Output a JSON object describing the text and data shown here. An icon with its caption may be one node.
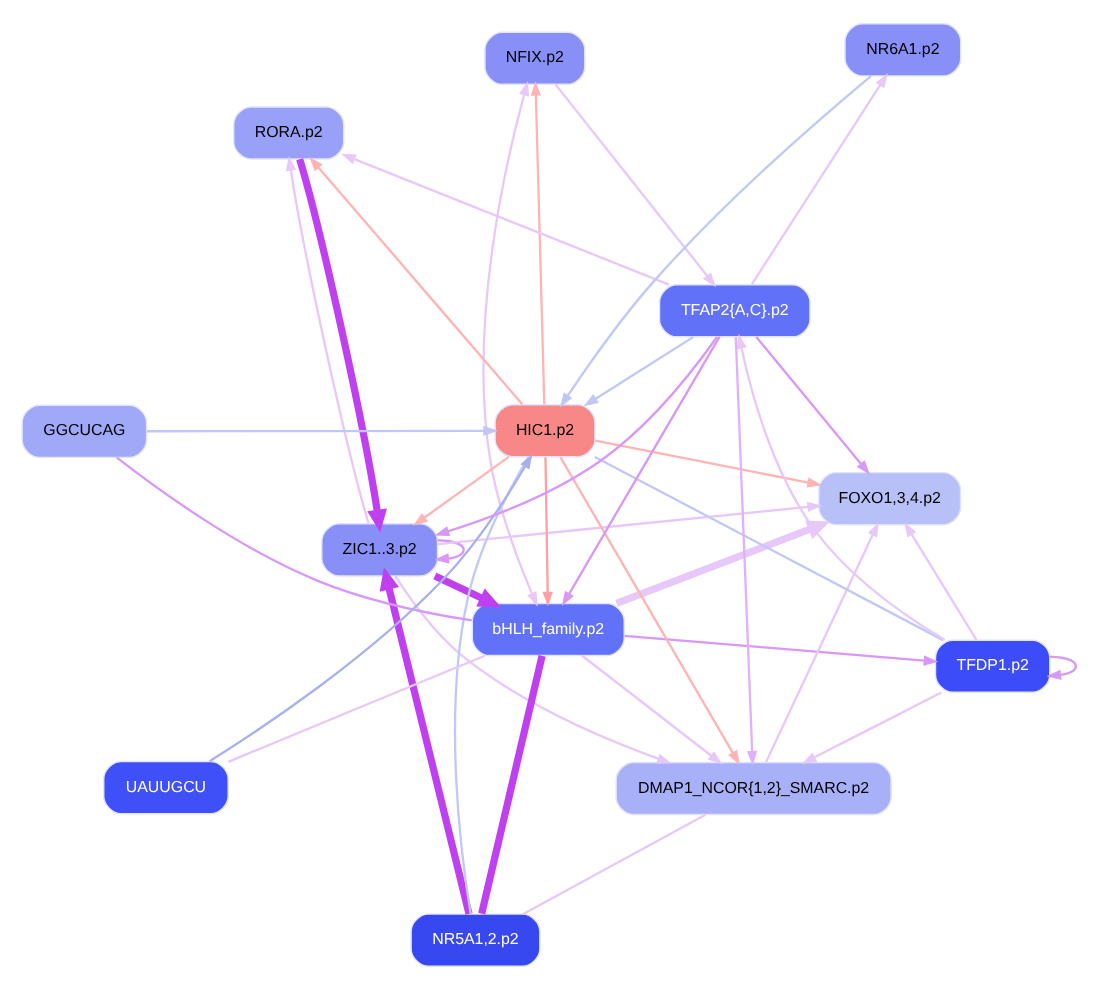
{
  "diagram": {
    "nodes": [
      {
        "text": [
          "bHLH_family.p2"
        ]
      },
      {
        "text": [
          "NFIX.p2"
        ]
      },
      {
        "text": [
          "DMAP1_NCOR{1,2}_SMARC.p2"
        ]
      },
      {
        "text": [
          "ZIC1..3.p2"
        ]
      },
      {
        "text": [
          "RORA.p2"
        ]
      },
      {
        "text": [
          "FOXO1,3,4.p2"
        ]
      },
      {
        "text": [
          "HIC1.p2"
        ]
      },
      {
        "text": [
          "NR5A1,2.p2"
        ]
      },
      {
        "text": [
          "GGCUCAG"
        ]
      },
      {
        "text": [
          "TFDP1.p2"
        ]
      },
      {
        "text": [
          "UAUUGCU"
        ]
      },
      {
        "text": [
          "TFAP2{A,C}.p2"
        ]
      },
      {
        "text": [
          "NR6A1.p2"
        ]
      }
    ],
    "edges": [
      {
        "from": 6,
        "to": 2,
        "arrow": "to",
        "color": "#ffb4b4"
      },
      {
        "from": 6,
        "to": 4,
        "arrow": "to",
        "color": "#ffb4b4"
      },
      {
        "from": 6,
        "to": 0,
        "arrow": "to",
        "color": "#ffa0a0"
      },
      {
        "from": 6,
        "to": 1,
        "arrow": "to",
        "color": "#ffb4b4"
      },
      {
        "from": 6,
        "to": 3,
        "arrow": "to",
        "color": "#ffb4b4"
      },
      {
        "from": 6,
        "to": 5,
        "arrow": "to",
        "color": "#ffb4b4"
      },
      {
        "from": 8,
        "to": 6,
        "arrow": "to",
        "color": "#c0c8f8"
      },
      {
        "from": 10,
        "to": 6,
        "arrow": "to",
        "color": "#a8b0f0"
      },
      {
        "from": 12,
        "to": 6,
        "arrow": "to",
        "color": "#c0c8f8"
      },
      {
        "from": 11,
        "to": 6,
        "arrow": "to",
        "color": "#c0c8f8"
      },
      {
        "from": 7,
        "to": 6,
        "arrow": "none",
        "color": "#c0c8f8"
      },
      {
        "from": 9,
        "to": 6,
        "arrow": "none",
        "color": "#c0c8f8"
      },
      {
        "from": 8,
        "to": 0,
        "arrow": "none",
        "color": "#d898f8"
      },
      {
        "from": 10,
        "to": 0,
        "arrow": "none"
      },
      {
        "from": 0,
        "to": 1,
        "arrow": "both"
      },
      {
        "from": 3,
        "to": 3,
        "arrow": "to",
        "color": "#d898f8"
      },
      {
        "from": 9,
        "to": 9,
        "arrow": "to",
        "color": "#d898f8"
      },
      {
        "from": 7,
        "to": 3,
        "arrow": "to",
        "style": "thick",
        "color": "#c040f0"
      },
      {
        "from": 7,
        "to": 0,
        "arrow": "none",
        "style": "thick",
        "color": "#c040f0"
      },
      {
        "from": 4,
        "to": 3,
        "arrow": "to",
        "style": "thick",
        "color": "#c040f0"
      },
      {
        "from": 3,
        "to": 0,
        "arrow": "to",
        "style": "thick",
        "color": "#c040f0"
      },
      {
        "from": 3,
        "to": 2,
        "arrow": "to"
      },
      {
        "from": 3,
        "to": 5,
        "arrow": "to"
      },
      {
        "from": 3,
        "to": 4,
        "arrow": "to"
      },
      {
        "from": 0,
        "to": 5,
        "arrow": "to",
        "style": "thick"
      },
      {
        "from": 0,
        "to": 2,
        "arrow": "to"
      },
      {
        "from": 2,
        "to": 5,
        "arrow": "to"
      },
      {
        "from": 0,
        "to": 9,
        "arrow": "to",
        "color": "#d898f8"
      },
      {
        "from": 11,
        "to": 2,
        "arrow": "to",
        "color": "#e0b0f8"
      },
      {
        "from": 11,
        "to": 0,
        "arrow": "to",
        "color": "#d898f8"
      },
      {
        "from": 11,
        "to": 3,
        "arrow": "to",
        "color": "#d898f8"
      },
      {
        "from": 11,
        "to": 5,
        "arrow": "to",
        "color": "#d898f8"
      },
      {
        "from": 11,
        "to": 12,
        "arrow": "to"
      },
      {
        "from": 11,
        "to": 4,
        "arrow": "to"
      },
      {
        "from": 9,
        "to": 11,
        "arrow": "to"
      },
      {
        "from": 9,
        "to": 2,
        "arrow": "to"
      },
      {
        "from": 9,
        "to": 5,
        "arrow": "to"
      },
      {
        "from": 7,
        "to": 2,
        "arrow": "none"
      },
      {
        "from": 1,
        "to": 11,
        "arrow": "to"
      }
    ]
  }
}
